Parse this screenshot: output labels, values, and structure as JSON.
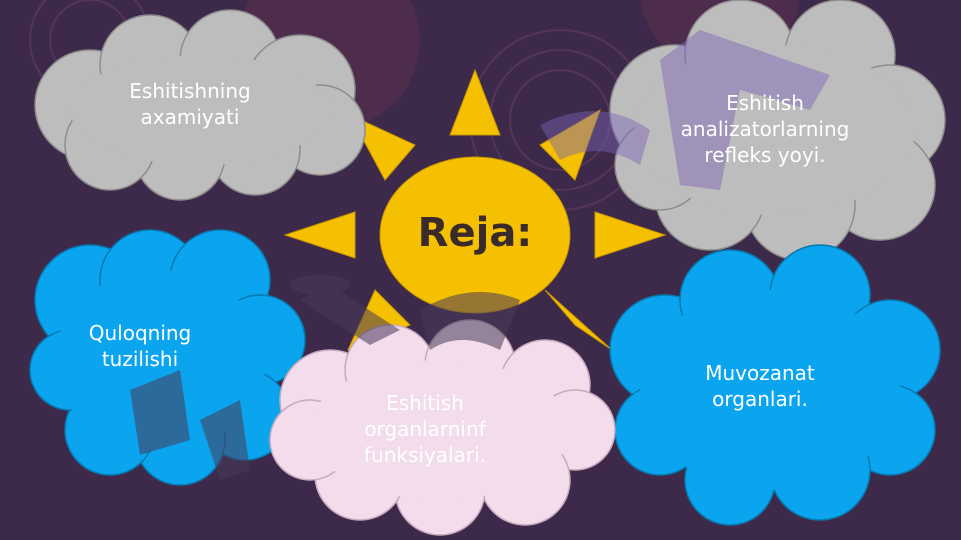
{
  "title": "Reja:",
  "clouds": {
    "top_left": "Eshitishning\naxamiyati",
    "top_right": "Eshitish\nanalizatorlarning\nrefleks yoyi.",
    "middle_left": "Quloqning\ntuzilishi",
    "bottom_center": "Eshitish\norganlarninf\nfunksiyalari.",
    "right": "Muvozanat\norganlari."
  },
  "colors": {
    "background": "#3d2a4a",
    "sun": "#f5c000",
    "grey_cloud": "#bdbdbd",
    "blue_cloud": "#0aa5ee",
    "pink_cloud": "#f3dcec",
    "decor_purple": "#7b62b8"
  }
}
